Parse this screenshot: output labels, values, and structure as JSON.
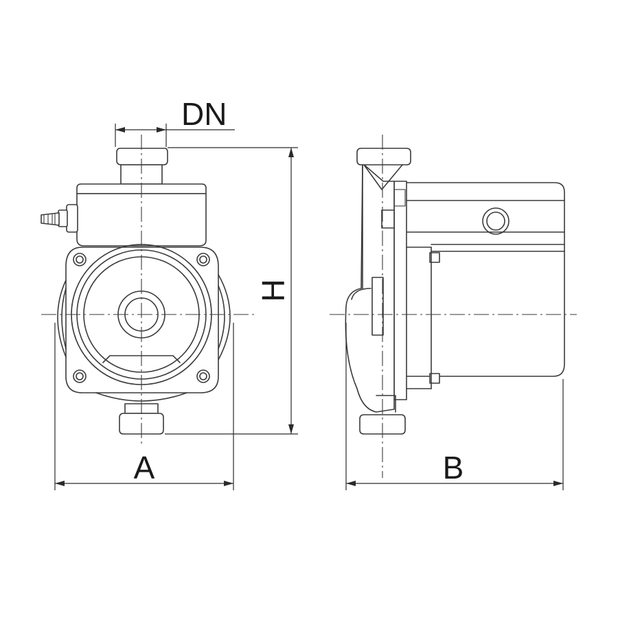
{
  "labels": {
    "dn": "DN",
    "height": "H",
    "width_front": "A",
    "depth_side": "B"
  },
  "colors": {
    "line": "#3a3a3a",
    "background": "#ffffff"
  }
}
